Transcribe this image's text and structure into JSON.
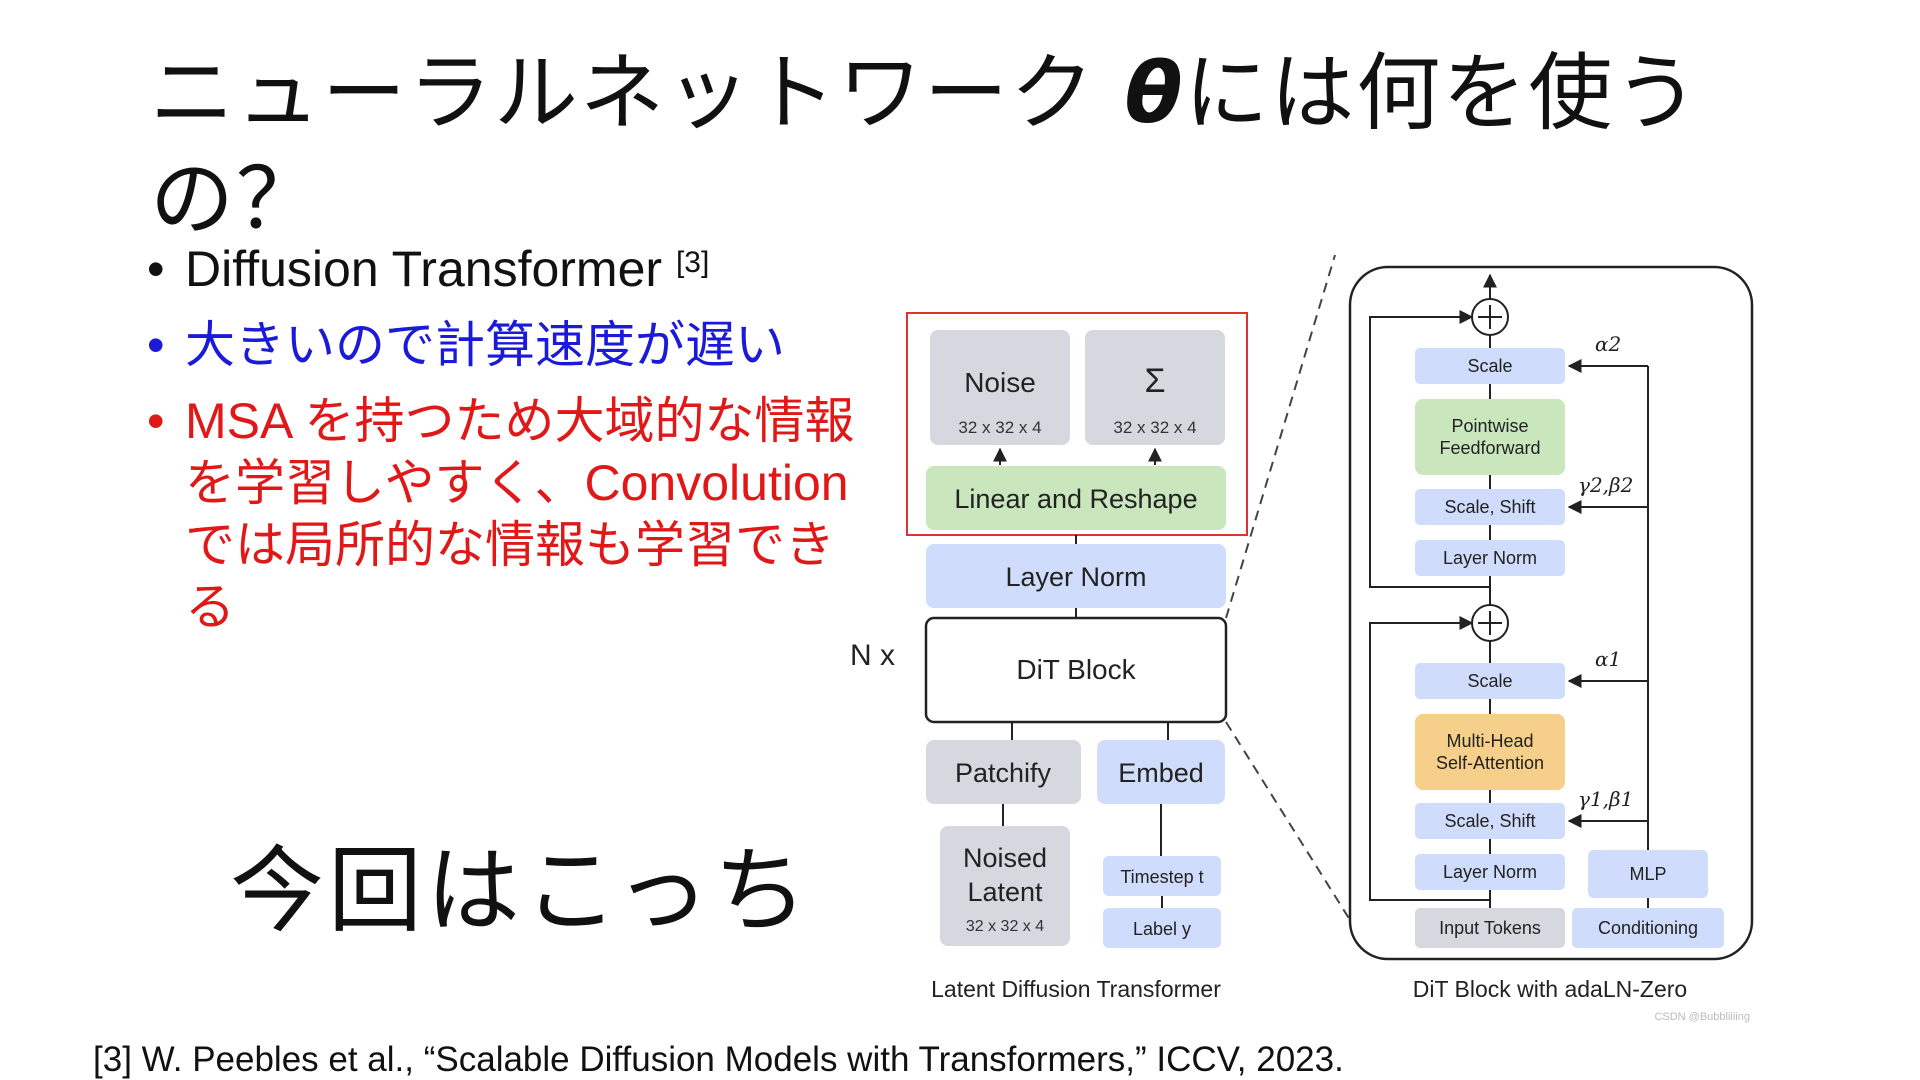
{
  "slide": {
    "title_part1": "ニューラルネットワーク ",
    "title_theta": "θ",
    "title_part2": "には何を使うの？",
    "bullets": [
      {
        "text": "Diffusion Transformer",
        "sup": "[3]",
        "color": "#111111"
      },
      {
        "text": "大きいので計算速度が遅い",
        "color": "#1a1ad8"
      },
      {
        "text": "MSA を持つため大域的な情報を学習しやすく、Convolution では局所的な情報も学習できる",
        "color": "#e01818"
      }
    ],
    "highlight_text": "今回はこっち",
    "citation": "[3] W. Peebles et al., “Scalable Diffusion Models with Transformers,” ICCV, 2023."
  },
  "diagram": {
    "left": {
      "noise": "Noise",
      "noise_dim": "32 x 32 x 4",
      "sigma": "Σ",
      "sigma_dim": "32 x 32 x 4",
      "linear_reshape": "Linear and Reshape",
      "layer_norm": "Layer Norm",
      "nx": "N x",
      "dit_block": "DiT Block",
      "patchify": "Patchify",
      "embed": "Embed",
      "noised_latent_1": "Noised",
      "noised_latent_2": "Latent",
      "noised_latent_dim": "32 x 32 x 4",
      "timestep": "Timestep t",
      "label": "Label y",
      "caption": "Latent Diffusion Transformer"
    },
    "right": {
      "scale_top": "Scale",
      "pointwise_1": "Pointwise",
      "pointwise_2": "Feedforward",
      "scale_shift_top": "Scale, Shift",
      "layer_norm_top": "Layer Norm",
      "scale_bottom": "Scale",
      "mhsa_1": "Multi-Head",
      "mhsa_2": "Self-Attention",
      "scale_shift_bottom": "Scale, Shift",
      "layer_norm_bottom": "Layer Norm",
      "mlp": "MLP",
      "input_tokens": "Input Tokens",
      "conditioning": "Conditioning",
      "alpha2": "α2",
      "gamma2_beta2": "γ2,β2",
      "alpha1": "α1",
      "gamma1_beta1": "γ1,β1",
      "caption": "DiT Block with adaLN-Zero"
    },
    "watermark": "CSDN @Bubbliiiing",
    "colors": {
      "gray_box": "#d6d8e0",
      "blue_box": "#cfdcfb",
      "green_box": "#c9e6bd",
      "orange_box": "#f6d08a",
      "red_frame": "#dd3333"
    }
  }
}
